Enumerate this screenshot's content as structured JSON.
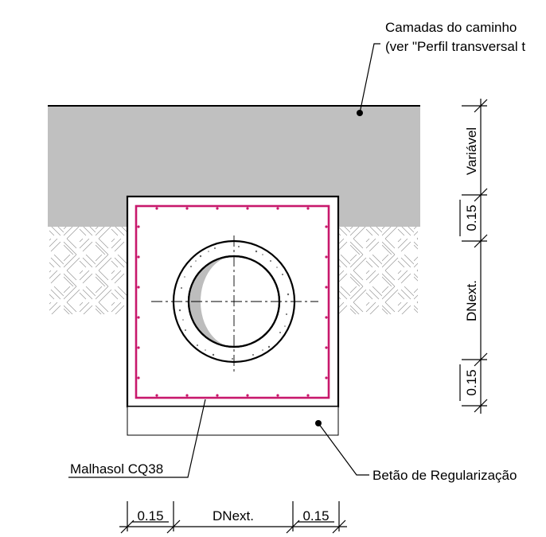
{
  "labels": {
    "road_layers_line1": "Camadas do caminho",
    "road_layers_line2": "(ver \"Perfil transversal t",
    "mesh": "Malhasol CQ38",
    "regularization": "Betão de Regularização"
  },
  "dimensions": {
    "vertical": [
      "Variável",
      "0.15",
      "DNext.",
      "0.15"
    ],
    "horizontal": [
      "0.15",
      "DNext.",
      "0.15"
    ]
  },
  "colors": {
    "road_fill": "#c0c0c0",
    "reinforcement": "#c8186c",
    "line": "#000000",
    "pipe_shade": "#bdbdbd"
  }
}
